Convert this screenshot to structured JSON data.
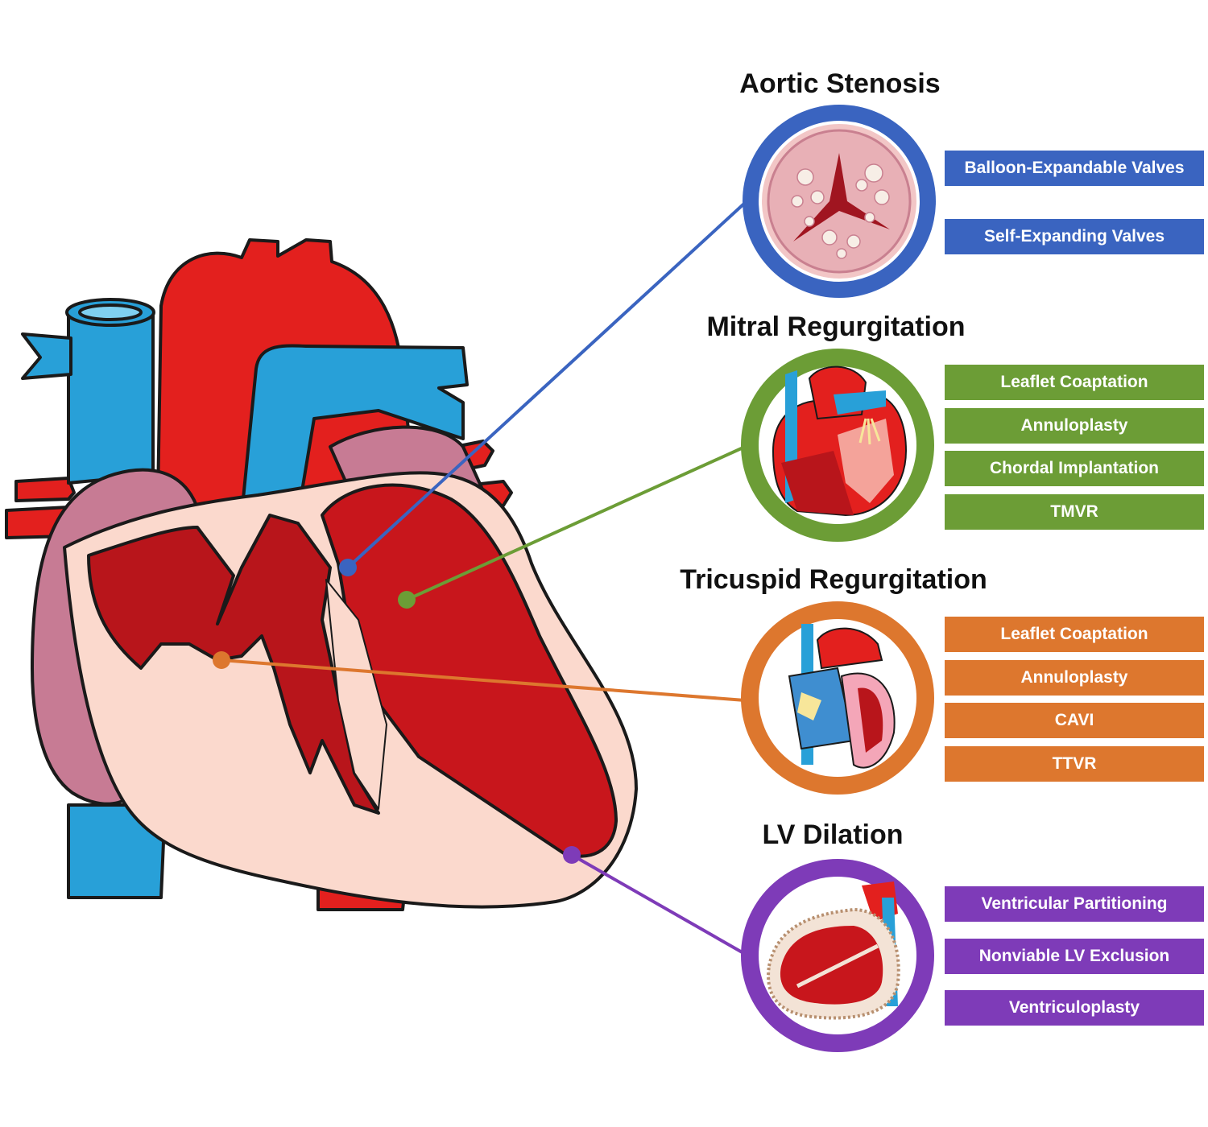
{
  "sections": [
    {
      "title": "Aortic Stenosis",
      "color": "#3a64c0",
      "items": [
        "Balloon-Expandable Valves",
        "Self-Expanding Valves"
      ]
    },
    {
      "title": "Mitral Regurgitation",
      "color": "#6c9d36",
      "items": [
        "Leaflet Coaptation",
        "Annuloplasty",
        "Chordal Implantation",
        "TMVR"
      ]
    },
    {
      "title": "Tricuspid Regurgitation",
      "color": "#dd772e",
      "items": [
        "Leaflet Coaptation",
        "Annuloplasty",
        "CAVI",
        "TTVR"
      ]
    },
    {
      "title": "LV Dilation",
      "color": "#7e3bb8",
      "items": [
        "Ventricular Partitioning",
        "Nonviable LV Exclusion",
        "Ventriculoplasty"
      ]
    }
  ]
}
